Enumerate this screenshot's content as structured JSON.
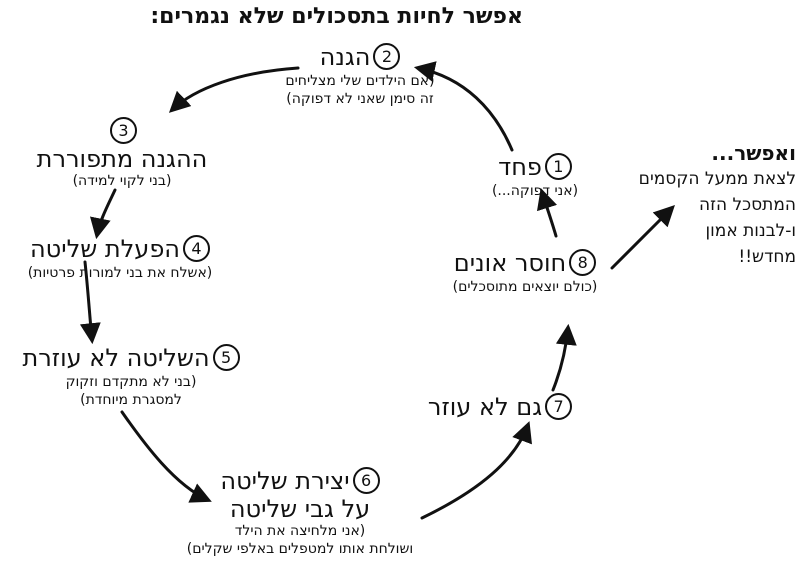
{
  "title": "אפשר לחיות בתסכולים שלא נגמרים:",
  "nodes": [
    {
      "num": "1",
      "label": "פחד",
      "sub": [
        "(אני דפוקה...)"
      ]
    },
    {
      "num": "2",
      "label": "הגנה",
      "sub": [
        "(אם הילדים שלי מצליחים",
        "זה סימן שאני לא דפוקה)"
      ]
    },
    {
      "num": "3",
      "label": "ההגנה מתפוררת",
      "sub": [
        "(בני לקוי למידה)"
      ]
    },
    {
      "num": "4",
      "label": "הפעלת שליטה",
      "sub": [
        "(אשלח את בני למורות פרטיות)"
      ]
    },
    {
      "num": "5",
      "label": "השליטה לא עוזרת",
      "sub": [
        "(בני לא מתקדם וזקוק",
        "למסגרת מיוחדת)"
      ]
    },
    {
      "num": "6",
      "label": "יצירת שליטה",
      "label2": "על גבי שליטה",
      "sub": [
        "(אני מלחיצה את הילד",
        "ושולחת אותו למטפלים באלפי שקלים)"
      ]
    },
    {
      "num": "7",
      "label": "גם לא עוזר",
      "sub": []
    },
    {
      "num": "8",
      "label": "חוסר אונים",
      "sub": [
        "(כולם יוצאים מתוסכלים)"
      ]
    }
  ],
  "side": {
    "heading": "ואפשר...",
    "lines": [
      "לצאת ממעל הקסמים",
      "המתסכל הזה",
      "ו-לבנות אמון",
      "מחדש!!"
    ]
  }
}
